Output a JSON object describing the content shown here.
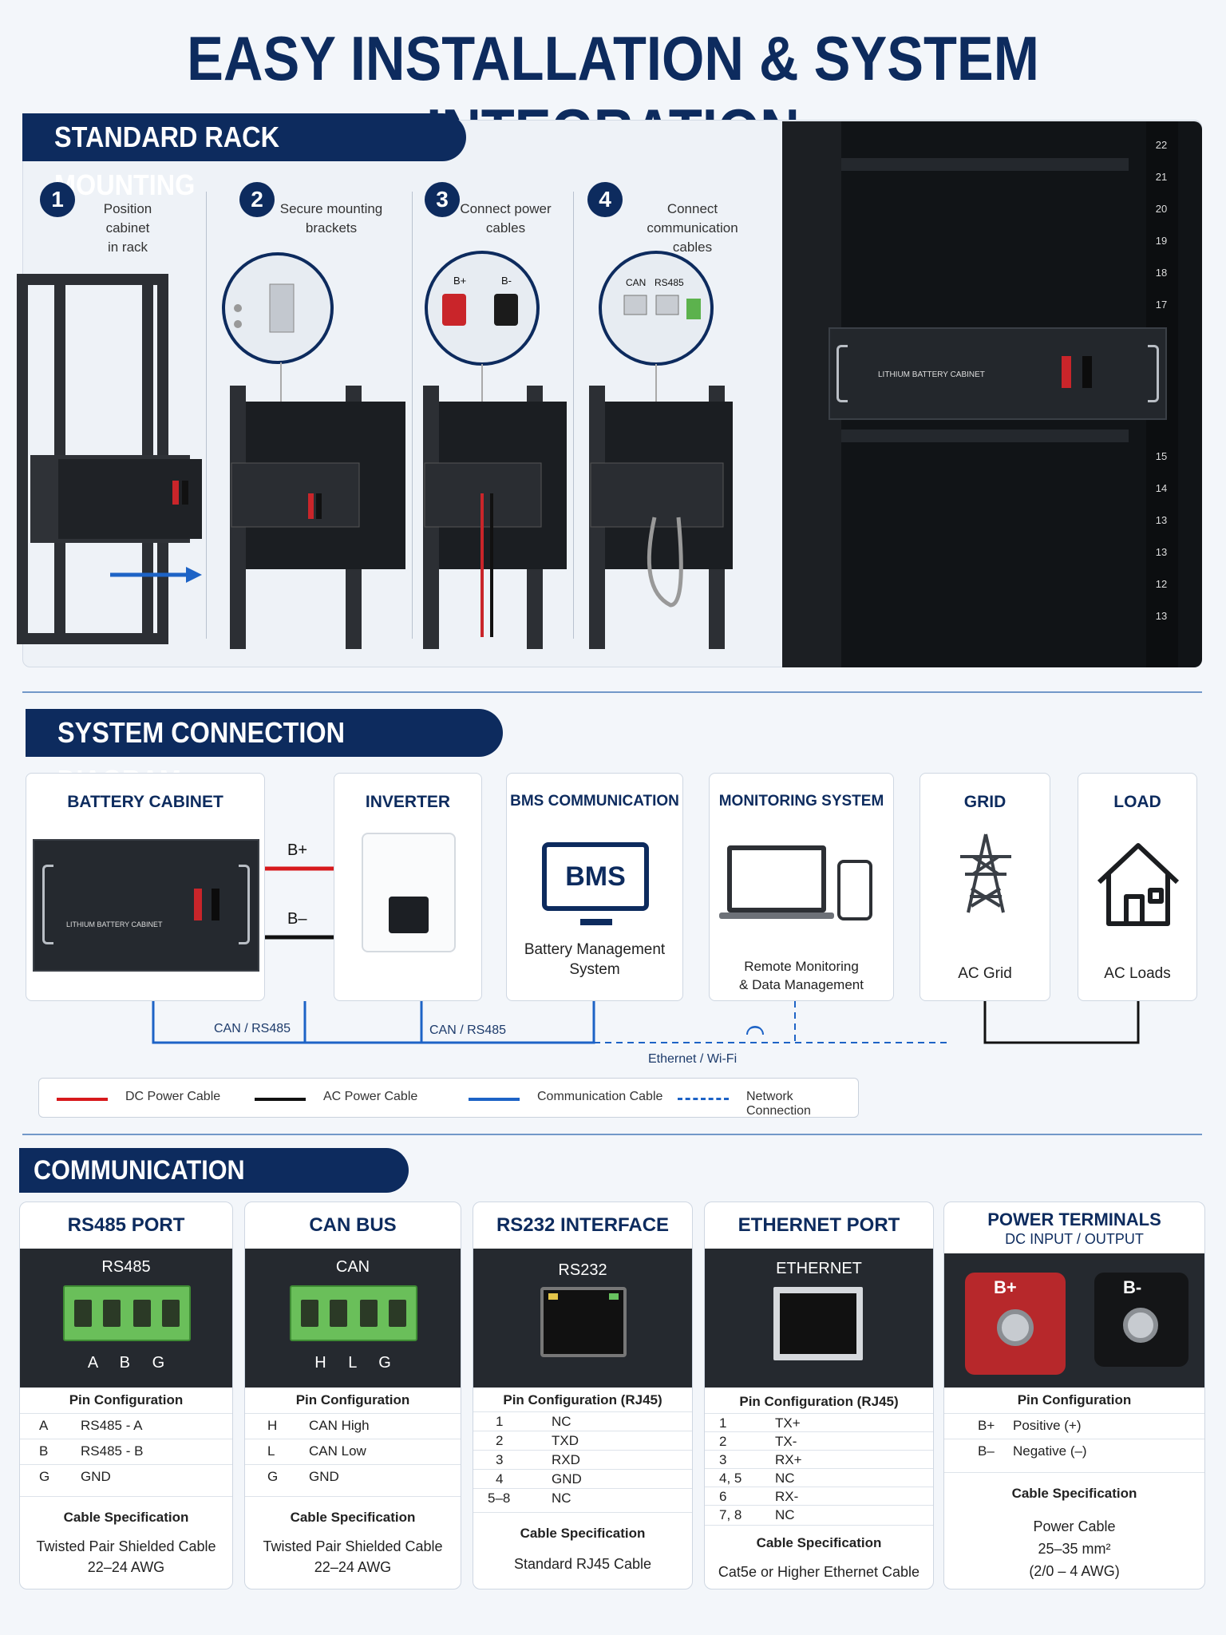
{
  "title": "EASY INSTALLATION & SYSTEM INTEGRATION",
  "rack_section": {
    "banner": "STANDARD RACK MOUNTING",
    "steps": [
      {
        "num": "1",
        "label_line1": "Position cabinet",
        "label_line2": "in rack"
      },
      {
        "num": "2",
        "label_line1": "Secure mounting",
        "label_line2": "brackets"
      },
      {
        "num": "3",
        "label_line1": "Connect power",
        "label_line2": "cables"
      },
      {
        "num": "4",
        "label_line1": "Connect communication",
        "label_line2": "cables"
      }
    ],
    "power_plus": "B+",
    "power_minus": "B-",
    "comm_can": "CAN",
    "comm_rs485": "RS485",
    "cabinet_label": "LITHIUM BATTERY CABINET",
    "rack_units_top": [
      "22",
      "21",
      "20",
      "19",
      "18",
      "17"
    ],
    "rack_units_bottom": [
      "15",
      "14",
      "13",
      "13",
      "12",
      "13"
    ]
  },
  "diagram_section": {
    "banner": "SYSTEM CONNECTION DIAGRAM",
    "boxes": {
      "battery": {
        "title": "BATTERY CABINET",
        "cabinet_label": "LITHIUM BATTERY CABINET"
      },
      "inverter": {
        "title": "INVERTER"
      },
      "bms": {
        "title": "BMS COMMUNICATION",
        "screen": "BMS",
        "line1": "Battery Management",
        "line2": "System"
      },
      "monitoring": {
        "title": "MONITORING SYSTEM",
        "line1": "Remote Monitoring",
        "line2": "& Data Management"
      },
      "grid": {
        "title": "GRID",
        "label": "AC Grid"
      },
      "load": {
        "title": "LOAD",
        "label": "AC Loads"
      }
    },
    "wire_bplus": "B+",
    "wire_bminus": "B–",
    "link1": "CAN / RS485",
    "link2": "CAN / RS485",
    "link3": "Ethernet / Wi-Fi",
    "legend": {
      "dc": "DC Power Cable",
      "ac": "AC Power Cable",
      "comm": "Communication Cable",
      "net": "Network Connection"
    },
    "colors": {
      "dc": "#d7191c",
      "ac": "#111111",
      "comm": "#1d63c6"
    }
  },
  "interfaces_section": {
    "banner": "COMMUNICATION INTERFACES",
    "cards": {
      "rs485": {
        "title": "RS485 PORT",
        "port_label": "RS485",
        "pins": [
          "A",
          "B",
          "G"
        ],
        "pin_title": "Pin Configuration",
        "rows": [
          [
            "A",
            "RS485 - A"
          ],
          [
            "B",
            "RS485 - B"
          ],
          [
            "G",
            "GND"
          ]
        ],
        "cable_title": "Cable Specification",
        "cable_line1": "Twisted Pair Shielded Cable",
        "cable_line2": "22–24 AWG"
      },
      "can": {
        "title": "CAN BUS",
        "port_label": "CAN",
        "pins": [
          "H",
          "L",
          "G"
        ],
        "pin_title": "Pin Configuration",
        "rows": [
          [
            "H",
            "CAN High"
          ],
          [
            "L",
            "CAN Low"
          ],
          [
            "G",
            "GND"
          ]
        ],
        "cable_title": "Cable Specification",
        "cable_line1": "Twisted Pair Shielded Cable",
        "cable_line2": "22–24 AWG"
      },
      "rs232": {
        "title": "RS232 INTERFACE",
        "port_label": "RS232",
        "pin_title": "Pin Configuration (RJ45)",
        "rows": [
          [
            "1",
            "NC"
          ],
          [
            "2",
            "TXD"
          ],
          [
            "3",
            "RXD"
          ],
          [
            "4",
            "GND"
          ],
          [
            "5–8",
            "NC"
          ]
        ],
        "cable_title": "Cable Specification",
        "cable_line1": "Standard RJ45 Cable"
      },
      "ethernet": {
        "title": "ETHERNET PORT",
        "port_label": "ETHERNET",
        "pin_title": "Pin Configuration (RJ45)",
        "rows": [
          [
            "1",
            "TX+"
          ],
          [
            "2",
            "TX-"
          ],
          [
            "3",
            "RX+"
          ],
          [
            "4, 5",
            "NC"
          ],
          [
            "6",
            "RX-"
          ],
          [
            "7, 8",
            "NC"
          ]
        ],
        "cable_title": "Cable Specification",
        "cable_line1": "Cat5e or Higher Ethernet Cable"
      },
      "power": {
        "title": "POWER TERMINALS",
        "subtitle": "DC INPUT / OUTPUT",
        "plus": "B+",
        "minus": "B-",
        "pin_title": "Pin Configuration",
        "rows": [
          [
            "B+",
            "Positive (+)"
          ],
          [
            "B–",
            "Negative (–)"
          ]
        ],
        "cable_title": "Cable Specification",
        "cable_line1": "Power Cable",
        "cable_line2": "25–35 mm²",
        "cable_line3": "(2/0 – 4 AWG)"
      }
    }
  }
}
